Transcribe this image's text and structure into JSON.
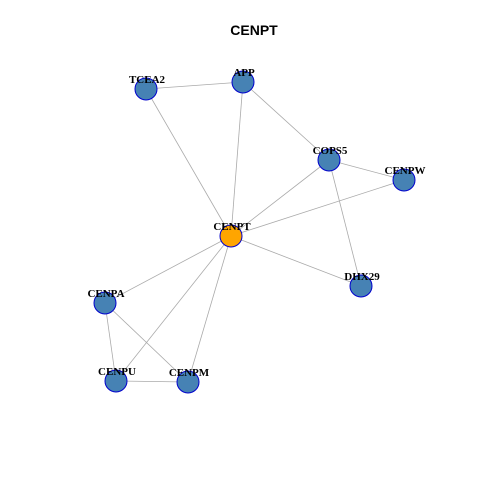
{
  "title": "CENPT",
  "colors": {
    "hub_fill": "#FFA500",
    "node_fill": "#4682B4",
    "node_stroke": "#0000CD",
    "edge": "#AAAAAA",
    "label": "#000000"
  },
  "nodes": [
    {
      "id": "TCEA2",
      "label": "TCEA2",
      "hub": false
    },
    {
      "id": "APP",
      "label": "APP",
      "hub": false
    },
    {
      "id": "COPS5",
      "label": "COPS5",
      "hub": false
    },
    {
      "id": "CENPW",
      "label": "CENPW",
      "hub": false
    },
    {
      "id": "CENPT",
      "label": "CENPT",
      "hub": true
    },
    {
      "id": "DHX29",
      "label": "DHX29",
      "hub": false
    },
    {
      "id": "CENPA",
      "label": "CENPA",
      "hub": false
    },
    {
      "id": "CENPU",
      "label": "CENPU",
      "hub": false
    },
    {
      "id": "CENPM",
      "label": "CENPM",
      "hub": false
    }
  ],
  "edges": [
    [
      "TCEA2",
      "APP"
    ],
    [
      "TCEA2",
      "CENPT"
    ],
    [
      "APP",
      "CENPT"
    ],
    [
      "APP",
      "COPS5"
    ],
    [
      "COPS5",
      "CENPW"
    ],
    [
      "COPS5",
      "CENPT"
    ],
    [
      "COPS5",
      "DHX29"
    ],
    [
      "CENPW",
      "CENPT"
    ],
    [
      "CENPT",
      "DHX29"
    ],
    [
      "CENPT",
      "CENPA"
    ],
    [
      "CENPT",
      "CENPU"
    ],
    [
      "CENPT",
      "CENPM"
    ],
    [
      "CENPA",
      "CENPU"
    ],
    [
      "CENPA",
      "CENPM"
    ],
    [
      "CENPU",
      "CENPM"
    ]
  ]
}
